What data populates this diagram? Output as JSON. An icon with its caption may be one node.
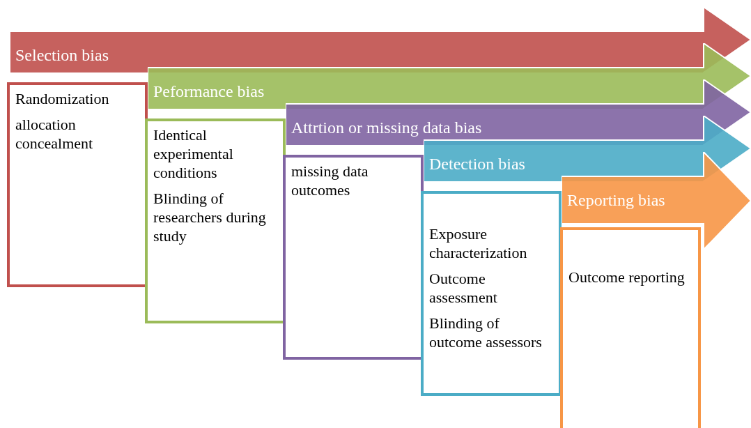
{
  "diagram": {
    "nodes": [
      {
        "text": [
          "Selection bias"
        ]
      },
      {
        "text": [
          "Randomization",
          "allocation concealment"
        ]
      },
      {
        "text": [
          "Peformance bias"
        ]
      },
      {
        "text": [
          "Identical experimental conditions",
          "Blinding of researchers during study"
        ]
      },
      {
        "text": [
          "Attrtion or missing data bias"
        ]
      },
      {
        "text": [
          "missing data outcomes"
        ]
      },
      {
        "text": [
          "Detection bias"
        ]
      },
      {
        "text": [
          "Exposure characterization",
          "Outcome assessment",
          "Blinding of outcome assessors"
        ]
      },
      {
        "text": [
          "Reporting bias"
        ]
      },
      {
        "text": [
          "Outcome reporting"
        ]
      }
    ]
  }
}
